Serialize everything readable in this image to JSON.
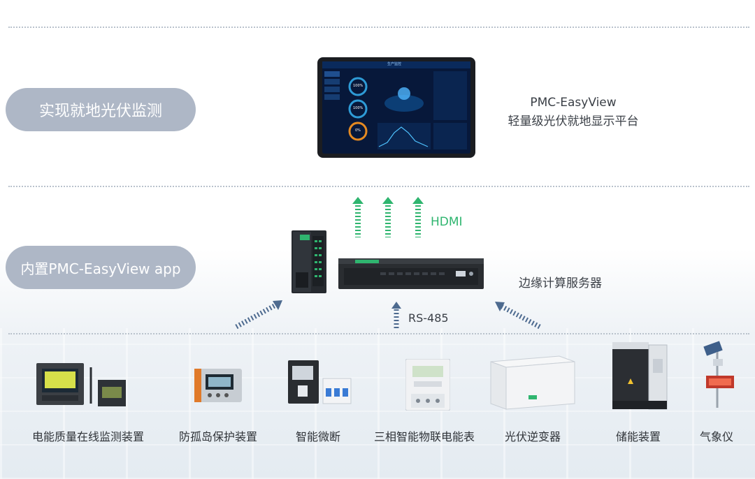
{
  "top": {
    "pill_label": "实现就地光伏监测",
    "platform_title": "PMC-EasyView",
    "platform_subtitle": "轻量级光伏就地显示平台",
    "screen_header": "生产监控",
    "gauges": [
      "100%",
      "100%",
      "0%"
    ]
  },
  "middle": {
    "pill_label": "内置PMC-EasyView app",
    "hdmi_label": "HDMI",
    "server_label": "边缘计算服务器",
    "rs485_label": "RS-485"
  },
  "colors": {
    "pill": "#aeb7c6",
    "hdmi_arrow": "#2fb56f",
    "rs485_arrow": "#4d6a8f"
  },
  "devices": [
    {
      "label": "电能质量在线监测装置",
      "icon": "power-quality-monitor-icon"
    },
    {
      "label": "防孤岛保护装置",
      "icon": "anti-islanding-protector-icon"
    },
    {
      "label": "智能微断",
      "icon": "smart-breaker-icon"
    },
    {
      "label": "三相智能物联电能表",
      "icon": "three-phase-meter-icon"
    },
    {
      "label": "光伏逆变器",
      "icon": "pv-inverter-icon"
    },
    {
      "label": "储能装置",
      "icon": "energy-storage-icon"
    },
    {
      "label": "气象仪",
      "icon": "weather-station-icon"
    }
  ]
}
